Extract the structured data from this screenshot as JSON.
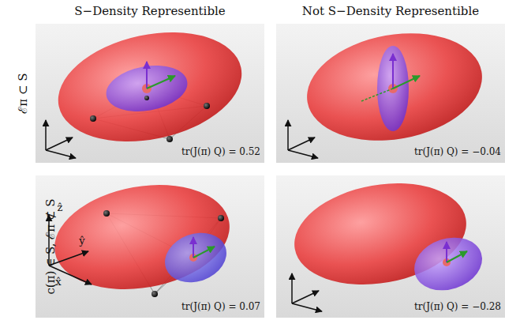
{
  "diagram": {
    "labels": [
      "S−Density Representible",
      "Not S−Density Representible",
      "ℰπ ⊂ S",
      "c(π) ∈ S, ℰπ ⊄ S",
      "tr(J(π) Q) = 0.52",
      "tr(J(π) Q) = −0.04",
      "tr(J(π) Q) = 0.07",
      "tr(J(π) Q) = −0.28",
      "ẑ",
      "ŷ",
      "x̂"
    ]
  }
}
